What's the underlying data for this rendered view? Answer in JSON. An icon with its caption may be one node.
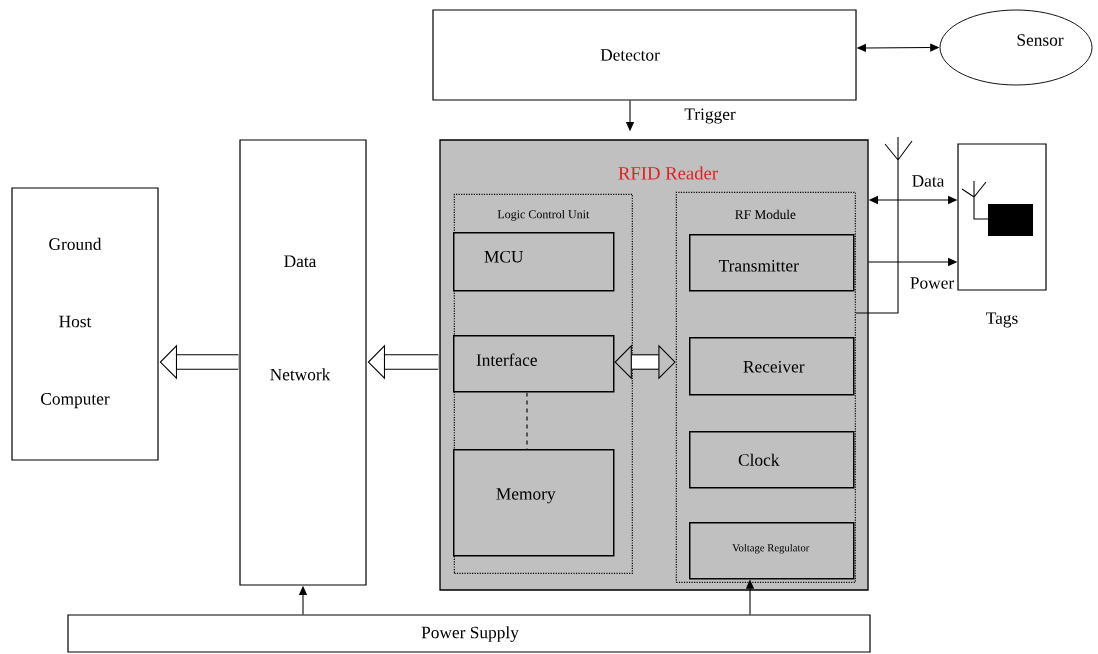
{
  "diagram": {
    "nodes": [
      {
        "text": [
          "Detector"
        ]
      },
      {
        "text": [
          "Sensor"
        ]
      },
      {
        "text": [
          "RFID Reader"
        ]
      },
      {
        "text": [
          "Logic Control Unit"
        ],
        "in": 2
      },
      {
        "text": [
          "MCU"
        ],
        "in": 3
      },
      {
        "text": [
          "Interface"
        ],
        "in": 3
      },
      {
        "text": [
          "Memory"
        ],
        "in": 3
      },
      {
        "text": [
          "RF Module"
        ],
        "in": 2
      },
      {
        "text": [
          "Transmitter"
        ],
        "in": 7
      },
      {
        "text": [
          "Receiver"
        ],
        "in": 7
      },
      {
        "text": [
          "Clock"
        ],
        "in": 7
      },
      {
        "text": [
          "Voltage Regulator"
        ],
        "in": 7
      },
      {
        "text": [],
        "shape": "box",
        "beside": [
          "Tags"
        ]
      },
      {
        "text": [
          "Data Network"
        ]
      },
      {
        "text": [
          "Ground Host Computer"
        ]
      },
      {
        "text": [
          "Power Supply"
        ]
      }
    ],
    "edges": [
      {
        "from": 0,
        "to": 1,
        "arrow": "both"
      },
      {
        "from": 0,
        "to": 2,
        "arrow": "to",
        "label": "Trigger"
      },
      {
        "from": 2,
        "to": 13,
        "arrow": "to",
        "style": "thick"
      },
      {
        "from": 13,
        "to": 14,
        "arrow": "to",
        "style": "thick"
      },
      {
        "from": 5,
        "to": 7,
        "arrow": "both",
        "style": "thick"
      },
      {
        "from": 5,
        "to": 6,
        "arrow": "none",
        "style": "dashed"
      },
      {
        "from": 2,
        "to": 12,
        "arrow": "both",
        "label": "Data"
      },
      {
        "from": 2,
        "to": 12,
        "arrow": "to",
        "label": "Power"
      },
      {
        "from": 15,
        "to": 13,
        "arrow": "to"
      },
      {
        "from": 15,
        "to": 11,
        "arrow": "to"
      }
    ]
  }
}
